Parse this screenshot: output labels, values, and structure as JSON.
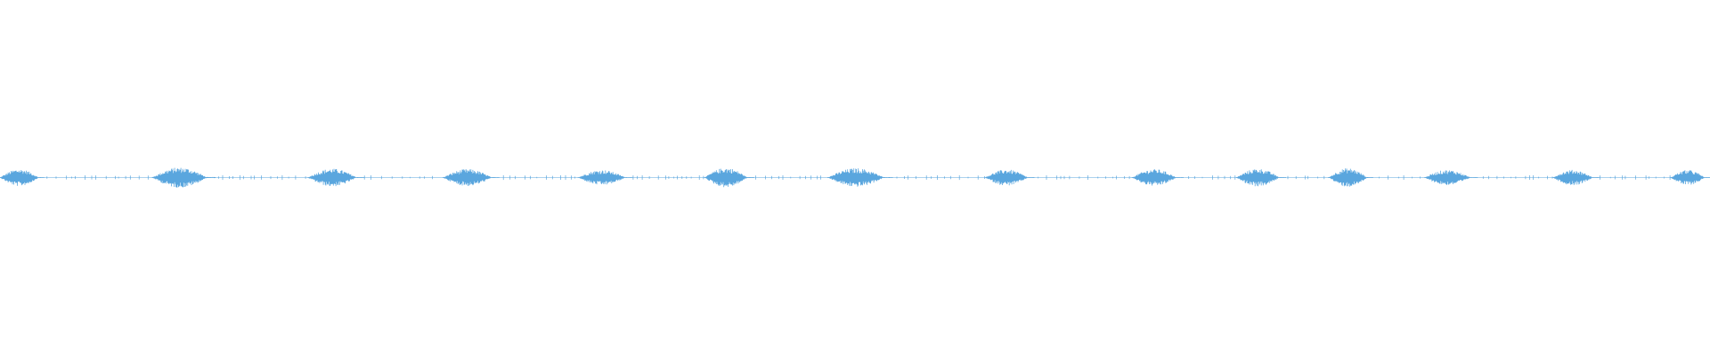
{
  "waveform": {
    "wave_color": "#5aa6de",
    "background_color": "#ffffff",
    "duration_fraction_visible": 1.0,
    "sound_bursts": [
      {
        "start": 0.0,
        "end": 0.026,
        "amplitude": 0.4
      },
      {
        "start": 0.089,
        "end": 0.126,
        "amplitude": 0.48
      },
      {
        "start": 0.18,
        "end": 0.213,
        "amplitude": 0.42
      },
      {
        "start": 0.259,
        "end": 0.292,
        "amplitude": 0.4
      },
      {
        "start": 0.338,
        "end": 0.37,
        "amplitude": 0.36
      },
      {
        "start": 0.412,
        "end": 0.441,
        "amplitude": 0.46
      },
      {
        "start": 0.484,
        "end": 0.522,
        "amplitude": 0.44
      },
      {
        "start": 0.576,
        "end": 0.605,
        "amplitude": 0.38
      },
      {
        "start": 0.662,
        "end": 0.692,
        "amplitude": 0.4
      },
      {
        "start": 0.723,
        "end": 0.752,
        "amplitude": 0.42
      },
      {
        "start": 0.777,
        "end": 0.803,
        "amplitude": 0.44
      },
      {
        "start": 0.833,
        "end": 0.864,
        "amplitude": 0.36
      },
      {
        "start": 0.908,
        "end": 0.935,
        "amplitude": 0.36
      },
      {
        "start": 0.977,
        "end": 1.0,
        "amplitude": 0.36
      }
    ]
  }
}
